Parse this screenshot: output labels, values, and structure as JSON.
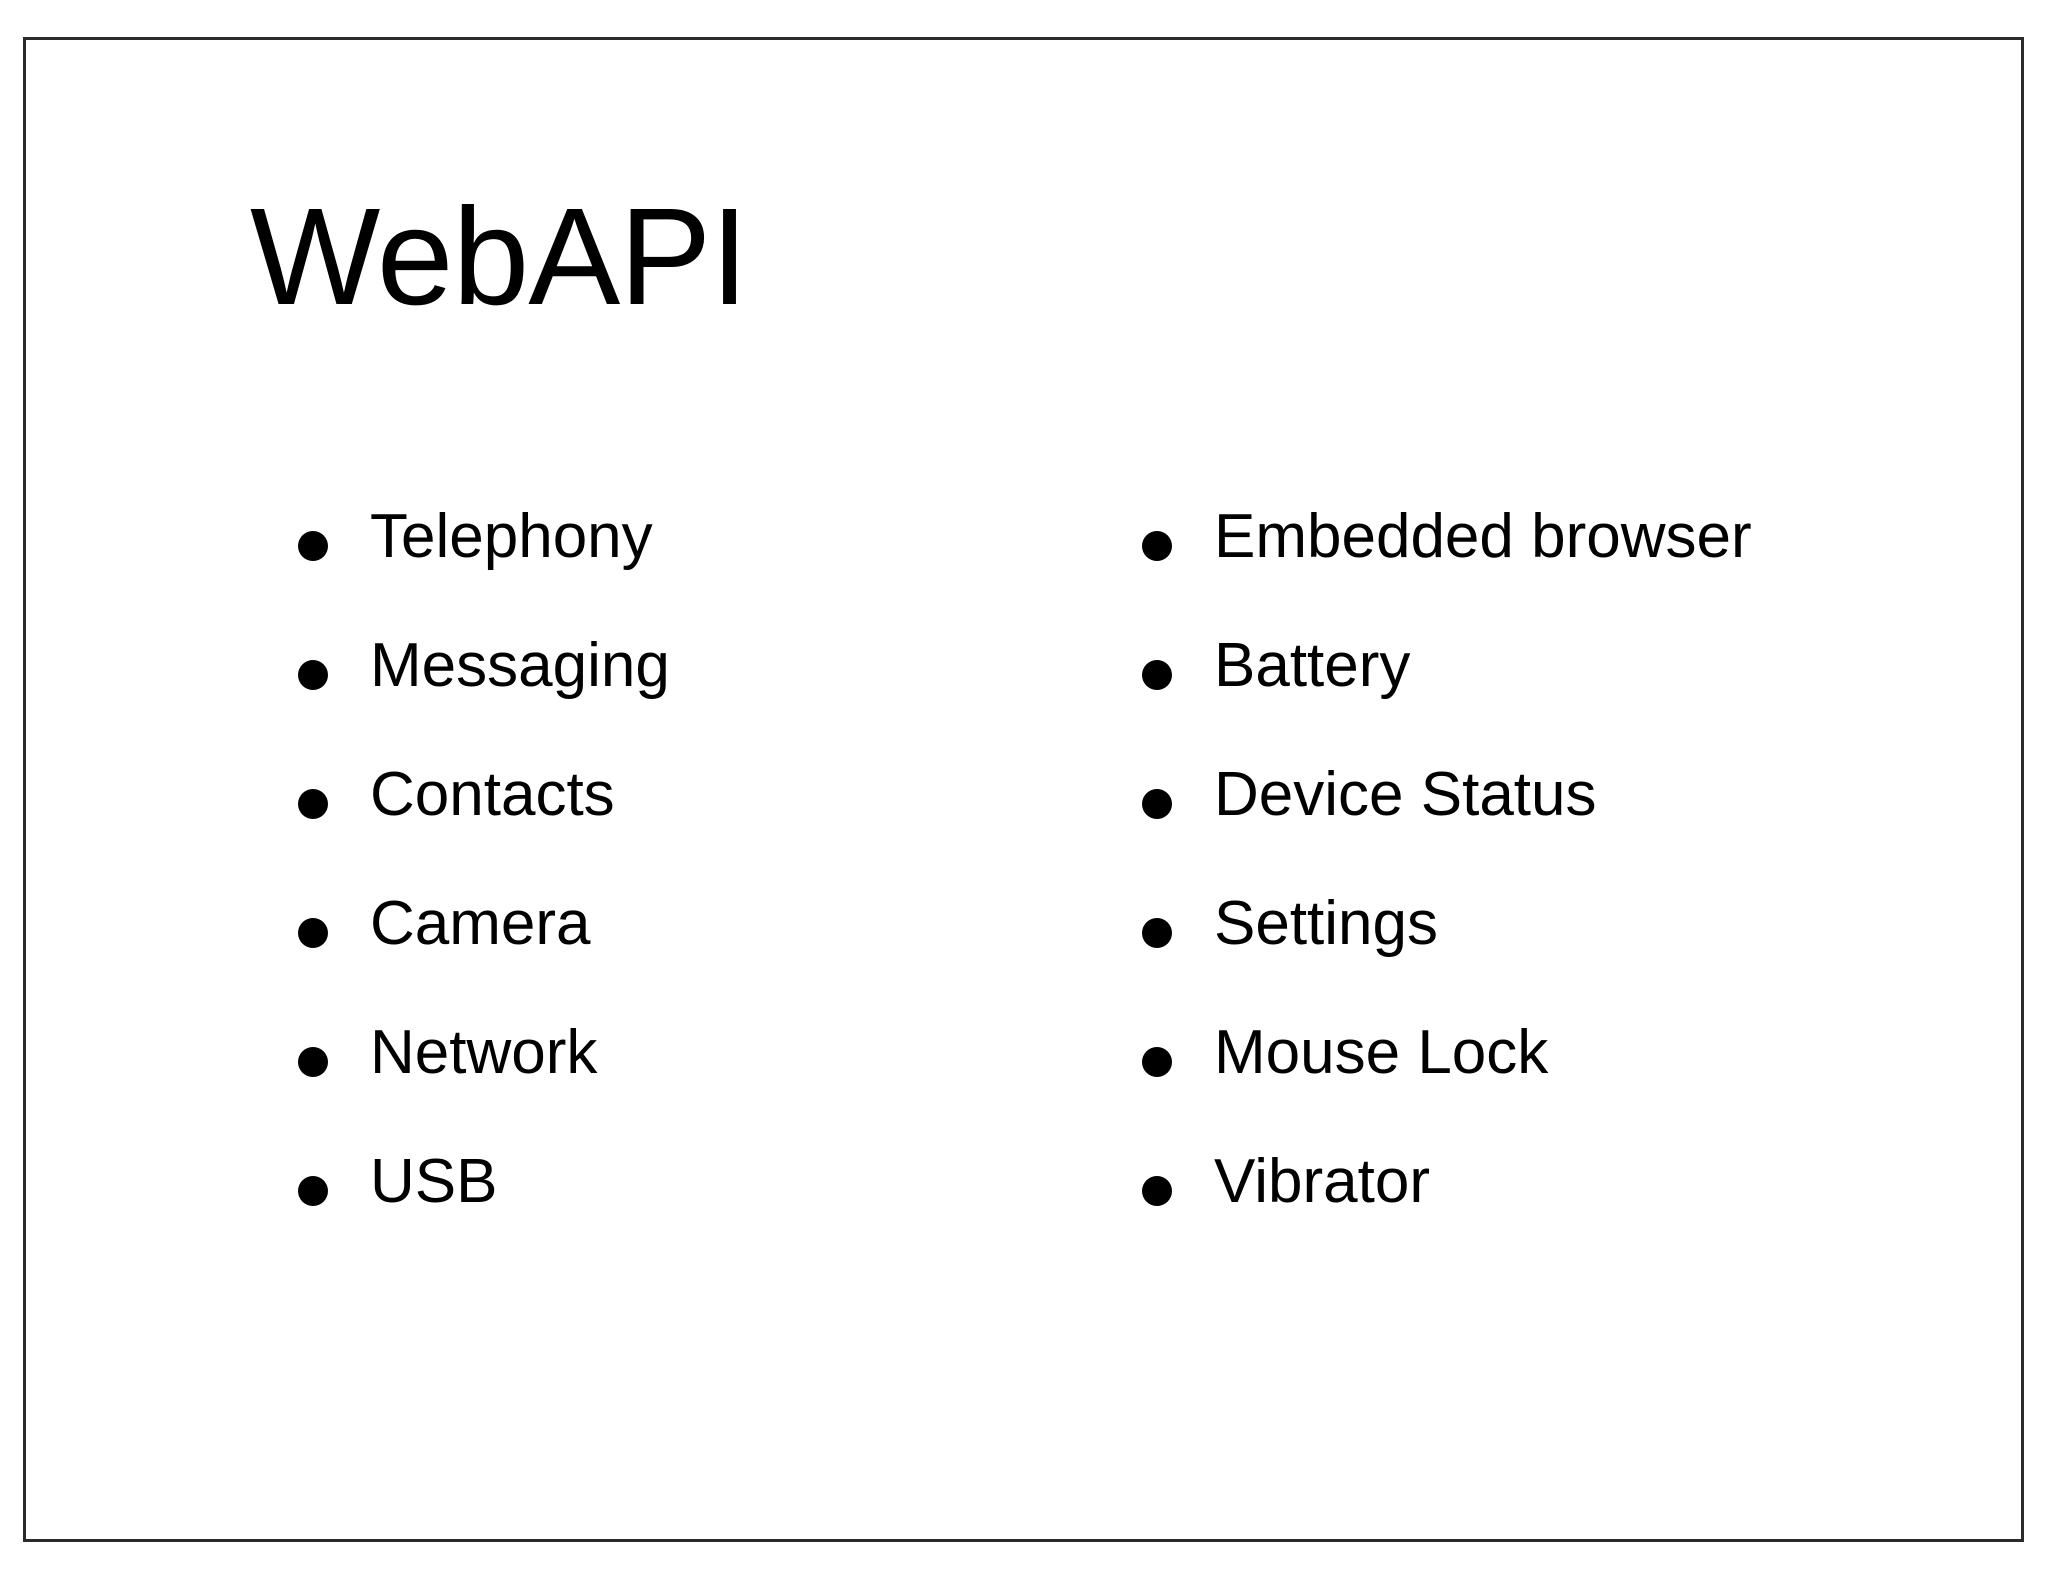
{
  "slide": {
    "title": "WebAPI",
    "background_color": "#ffffff",
    "border_color": "#2b2b2b",
    "text_color": "#000000",
    "bullet_glyph": "filled-circle",
    "columns": [
      {
        "name": "left-column",
        "items": [
          {
            "label": "Telephony"
          },
          {
            "label": "Messaging"
          },
          {
            "label": "Contacts"
          },
          {
            "label": "Camera"
          },
          {
            "label": "Network"
          },
          {
            "label": "USB"
          }
        ]
      },
      {
        "name": "right-column",
        "items": [
          {
            "label": "Embedded browser"
          },
          {
            "label": "Battery"
          },
          {
            "label": "Device Status"
          },
          {
            "label": "Settings"
          },
          {
            "label": "Mouse Lock"
          },
          {
            "label": "Vibrator"
          }
        ]
      }
    ]
  }
}
